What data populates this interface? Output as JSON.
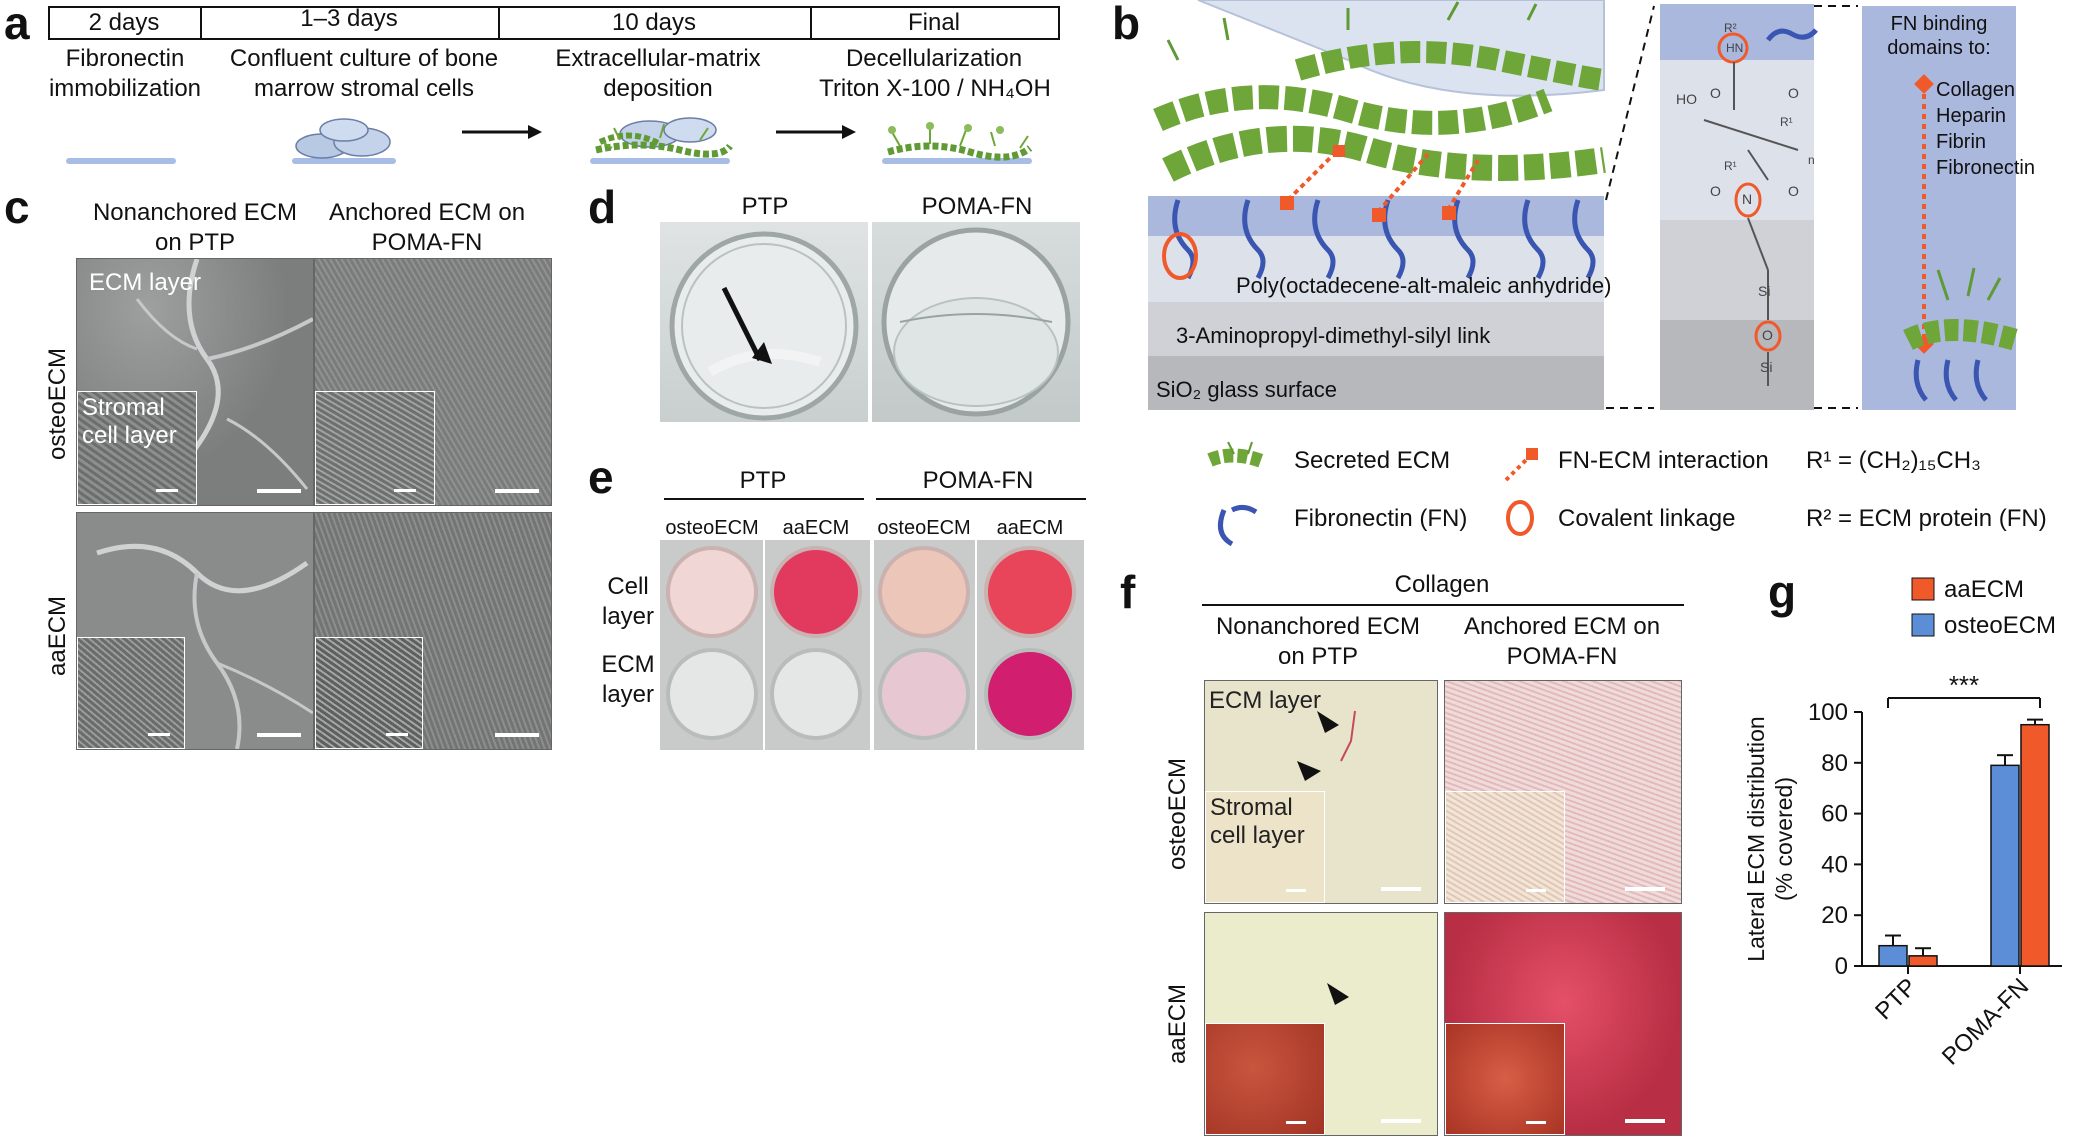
{
  "panels": {
    "a": "a",
    "b": "b",
    "c": "c",
    "d": "d",
    "e": "e",
    "f": "f",
    "g": "g"
  },
  "a": {
    "steps": [
      {
        "duration": "2 days",
        "label": "Fibronectin immobilization"
      },
      {
        "duration": "1–3 days",
        "label": "Confluent culture of bone marrow stromal cells"
      },
      {
        "duration": "10 days",
        "label": "Extracellular-matrix deposition"
      },
      {
        "duration": "Final",
        "label": "Decellularization",
        "sublabel": "Triton X-100 / NH₄OH"
      }
    ]
  },
  "c": {
    "col1": "Nonanchored ECM on PTP",
    "col2": "Anchored ECM on POMA-FN",
    "row1": "osteoECM",
    "row2": "aaECM",
    "ecm_layer": "ECM layer",
    "stromal": "Stromal cell layer"
  },
  "d": {
    "left": "PTP",
    "right": "POMA-FN"
  },
  "e": {
    "groups": [
      "PTP",
      "POMA-FN"
    ],
    "cols": [
      "osteoECM",
      "aaECM",
      "osteoECM",
      "aaECM"
    ],
    "rows": [
      "Cell layer",
      "ECM layer"
    ]
  },
  "b": {
    "layers": [
      "Poly(octadecene-alt-maleic anhydride)",
      "3-Aminopropyl-dimethyl-silyl link",
      "SiO₂ glass surface"
    ],
    "fn_title": "FN binding domains to:",
    "fn_targets": [
      "Collagen",
      "Heparin",
      "Fibrin",
      "Fibronectin"
    ],
    "legend": {
      "secreted": "Secreted ECM",
      "fn": "Fibronectin (FN)",
      "interaction": "FN-ECM interaction",
      "covalent": "Covalent linkage",
      "r1": "R¹ = (CH₂)₁₅CH₃",
      "r2": "R² = ECM protein (FN)"
    },
    "chem": {
      "ho": "HO",
      "o": "O",
      "hn": "HN",
      "n": "N",
      "si": "Si",
      "r1": "R¹",
      "r2": "R²",
      "nsub": "n"
    }
  },
  "f": {
    "title": "Collagen",
    "col1": "Nonanchored ECM on PTP",
    "col2": "Anchored ECM on POMA-FN",
    "row1": "osteoECM",
    "row2": "aaECM",
    "ecm_layer": "ECM layer",
    "stromal": "Stromal cell layer"
  },
  "chart_data": {
    "type": "bar",
    "categories": [
      "PTP",
      "POMA-FN"
    ],
    "series": [
      {
        "name": "osteoECM",
        "values": [
          8,
          79
        ],
        "errors": [
          4,
          4
        ],
        "color": "#5b8ed6"
      },
      {
        "name": "aaECM",
        "values": [
          4,
          95
        ],
        "errors": [
          3,
          2
        ],
        "color": "#f05a2b"
      }
    ],
    "ylabel": "Lateral ECM distribution (% covered)",
    "ylim": [
      0,
      100
    ],
    "yticks": [
      0,
      20,
      40,
      60,
      80,
      100
    ],
    "significance": "***",
    "legend": "top"
  },
  "colors": {
    "fn_blue": "#3a56b0",
    "ecm_green": "#6fa63a",
    "interaction_red": "#f05a2b",
    "orange_bar": "#f05a2b",
    "blue_bar": "#5b8ed6"
  }
}
